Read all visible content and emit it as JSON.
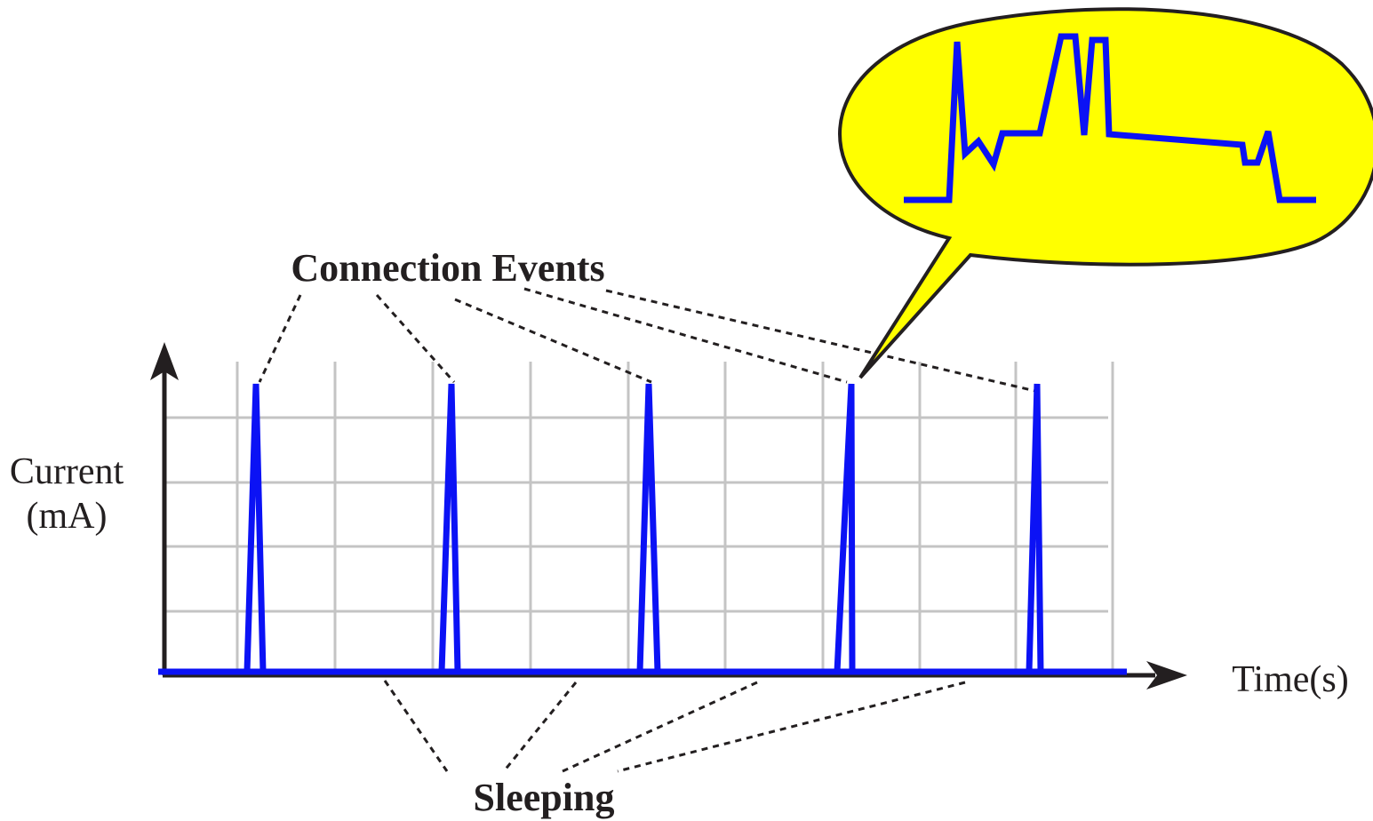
{
  "labels": {
    "y_axis_line1": "Current",
    "y_axis_line2": "(mA)",
    "x_axis": "Time(s)",
    "connection_events": "Connection Events",
    "sleeping": "Sleeping"
  },
  "colors": {
    "signal": "#0b12f5",
    "grid": "#c4c4c4",
    "axis": "#231f20",
    "callout_fill": "#ffff00",
    "callout_stroke": "#231f20",
    "text": "#231f20"
  },
  "pulses": [
    {
      "name": "connection-event-1"
    },
    {
      "name": "connection-event-2"
    },
    {
      "name": "connection-event-3"
    },
    {
      "name": "connection-event-4"
    },
    {
      "name": "connection-event-5"
    }
  ]
}
